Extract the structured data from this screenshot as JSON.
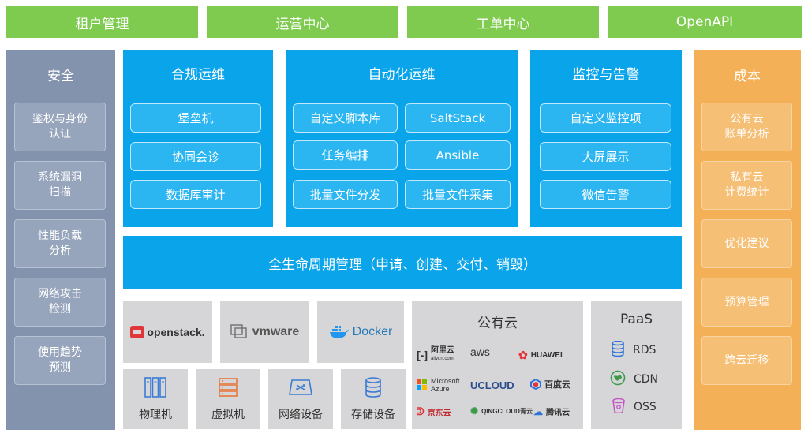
{
  "nav": {
    "tenant": "租户管理",
    "ops_center": "运营中心",
    "ticket_center": "工单中心",
    "openapi": "OpenAPI"
  },
  "security": {
    "title": "安全",
    "items": [
      "鉴权与身份\n认证",
      "系统漏洞\n扫描",
      "性能负载\n分析",
      "网络攻击\n检测",
      "使用趋势\n预测"
    ]
  },
  "cost": {
    "title": "成本",
    "items": [
      "公有云\n账单分析",
      "私有云\n计费统计",
      "优化建议",
      "预算管理",
      "跨云迁移"
    ]
  },
  "compliance": {
    "title": "合规运维",
    "items": [
      "堡垒机",
      "协同会诊",
      "数据库审计"
    ]
  },
  "automation": {
    "title": "自动化运维",
    "items": [
      "自定义脚本库",
      "SaltStack",
      "任务编排",
      "Ansible",
      "批量文件分发",
      "批量文件采集"
    ]
  },
  "monitoring": {
    "title": "监控与告警",
    "items": [
      "自定义监控项",
      "大屏展示",
      "微信告警"
    ]
  },
  "lifecycle": "全生命周期管理（申请、创建、交付、销毁）",
  "platforms": {
    "openstack": "openstack.",
    "vmware": "vmware",
    "docker": "Docker"
  },
  "infra": {
    "physical": "物理机",
    "virtual": "虚拟机",
    "network": "网络设备",
    "storage": "存储设备"
  },
  "public_cloud": {
    "title": "公有云",
    "providers": {
      "aliyun": "阿里云",
      "aliyun_sub": "aliyun.com",
      "aws": "aws",
      "huawei": "HUAWEI",
      "azure_1": "Microsoft",
      "azure_2": "Azure",
      "ucloud": "UCLOUD",
      "baidu": "百度云",
      "jd": "京东云",
      "qingcloud": "QINGCLOUD青云",
      "tencent": "腾讯云"
    }
  },
  "paas": {
    "title": "PaaS",
    "items": [
      "RDS",
      "CDN",
      "OSS"
    ]
  },
  "colors": {
    "green": "#7ecb4f",
    "blue": "#0aa4ea",
    "slate": "#8393ad",
    "orange": "#f4b057",
    "gray": "#d6d6d8"
  }
}
